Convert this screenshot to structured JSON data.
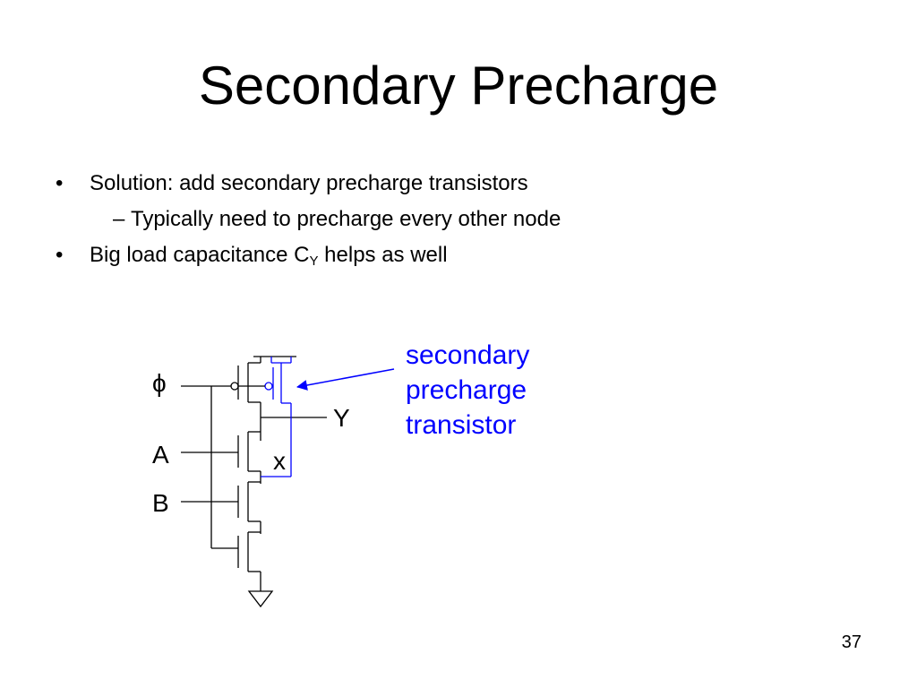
{
  "slide": {
    "title": "Secondary Precharge",
    "bullets": [
      {
        "marker": "•",
        "text": "Solution: add secondary precharge transistors"
      },
      {
        "marker": "–",
        "text": "Typically need to precharge every other node"
      },
      {
        "marker": "•",
        "text_before": "Big load capacitance C",
        "subscript": "Y",
        "text_after": " helps as well"
      }
    ],
    "page_number": "37"
  },
  "diagram": {
    "labels": {
      "phi": "ϕ",
      "a": "A",
      "b": "B",
      "y": "Y",
      "x": "x"
    },
    "callout_lines": [
      "secondary",
      "precharge",
      "transistor"
    ],
    "callout_color": "#0000ff"
  }
}
